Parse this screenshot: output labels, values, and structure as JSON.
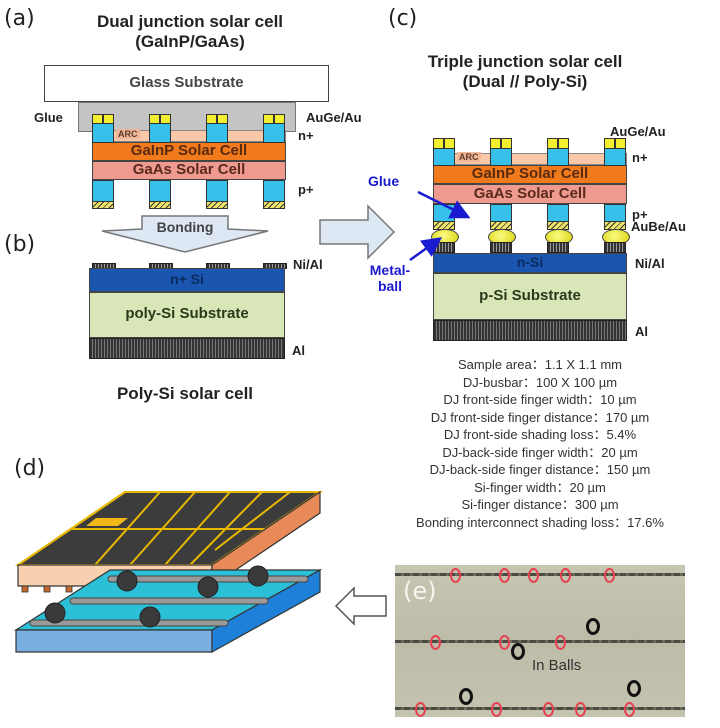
{
  "panels": {
    "a": {
      "label": "(a)",
      "title_line1": "Dual junction solar cell",
      "title_line2": "(GaInP/GaAs)",
      "layers": {
        "glass": "Glass Substrate",
        "arc": "ARC",
        "gainp": "GaInP Solar Cell",
        "gaas": "GaAs Solar Cell"
      },
      "annotations": {
        "glue": "Glue",
        "front_contact": "AuGe/Au",
        "n_plus": "n+",
        "p_plus": "p+"
      },
      "finger_count": 4
    },
    "bonding_arrow": {
      "label": "Bonding"
    },
    "b": {
      "label": "(b)",
      "title": "Poly-Si solar cell",
      "layers": {
        "emitter": "n+ Si",
        "substrate": "poly-Si Substrate"
      },
      "annotations": {
        "top_contact": "Ni/Al",
        "back_contact": "Al"
      }
    },
    "c": {
      "label": "(c)",
      "title_line1": "Triple junction solar cell",
      "title_line2": "(Dual // Poly-Si)",
      "layers": {
        "arc": "ARC",
        "gainp": "GaInP Solar Cell",
        "gaas": "GaAs Solar Cell",
        "emitter": "n-Si",
        "substrate": "p-Si Substrate"
      },
      "annotations": {
        "front_contact": "AuGe/Au",
        "n_plus": "n+",
        "p_plus": "p+",
        "back_contact_dj": "AuBe/Au",
        "si_contact": "Ni/Al",
        "back_contact": "Al",
        "glue": "Glue",
        "metal_ball_line1": "Metal-",
        "metal_ball_line2": "ball"
      },
      "specs": [
        "Sample area：1.1 X 1.1 mm",
        "DJ-busbar：100 X 100  µm",
        "DJ front-side finger width：10 µm",
        "DJ front-side finger distance：170  µm",
        "DJ front-side shading loss：5.4%",
        "DJ-back-side finger width：20 µm",
        "DJ-back-side finger distance：150  µm",
        "Si-finger width：20 µm",
        "Si-finger distance：300  µm",
        "Bonding interconnect shading loss：17.6%"
      ]
    },
    "d": {
      "label": "(d)"
    },
    "e": {
      "label": "(e)",
      "caption": "In Balls",
      "ring_colors": {
        "aligned": "#e84050",
        "misaligned": "#111111"
      }
    }
  },
  "colors": {
    "fingers": "#36c0ea",
    "gainp": "#f07a1c",
    "gaas": "#ef9a8e",
    "n_si": "#1a56b0",
    "substrate": "#d8e6b8",
    "annotation_blue": "#1a1ad0"
  }
}
